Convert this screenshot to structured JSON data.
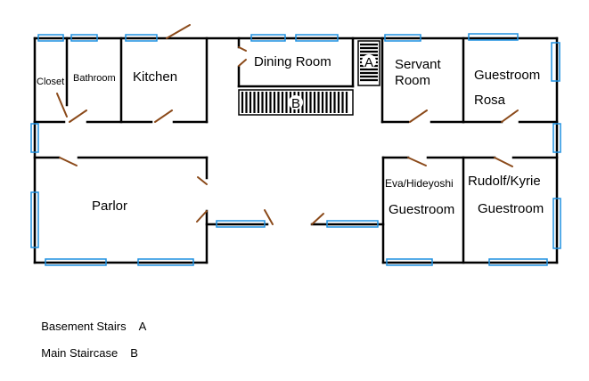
{
  "rooms": {
    "closet": "Closet",
    "bathroom": "Bathroom",
    "kitchen": "Kitchen",
    "dining_room": "Dining Room",
    "servant_room_line1": "Servant",
    "servant_room_line2": "Room",
    "guestroom_rosa_title": "Guestroom",
    "guestroom_rosa_name": "Rosa",
    "parlor": "Parlor",
    "guestroom_eva_name": "Eva/Hideyoshi",
    "guestroom_eva_title": "Guestroom",
    "guestroom_rudolf_name": "Rudolf/Kyrie",
    "guestroom_rudolf_title": "Guestroom"
  },
  "markers": {
    "basement_stairs": "A",
    "main_staircase": "B"
  },
  "legend": {
    "basement_stairs_label": "Basement Stairs",
    "basement_stairs_key": "A",
    "main_staircase_label": "Main Staircase",
    "main_staircase_key": "B"
  },
  "colors": {
    "wall": "#000000",
    "window": "#1e90e0",
    "door": "#8b4a1a"
  }
}
